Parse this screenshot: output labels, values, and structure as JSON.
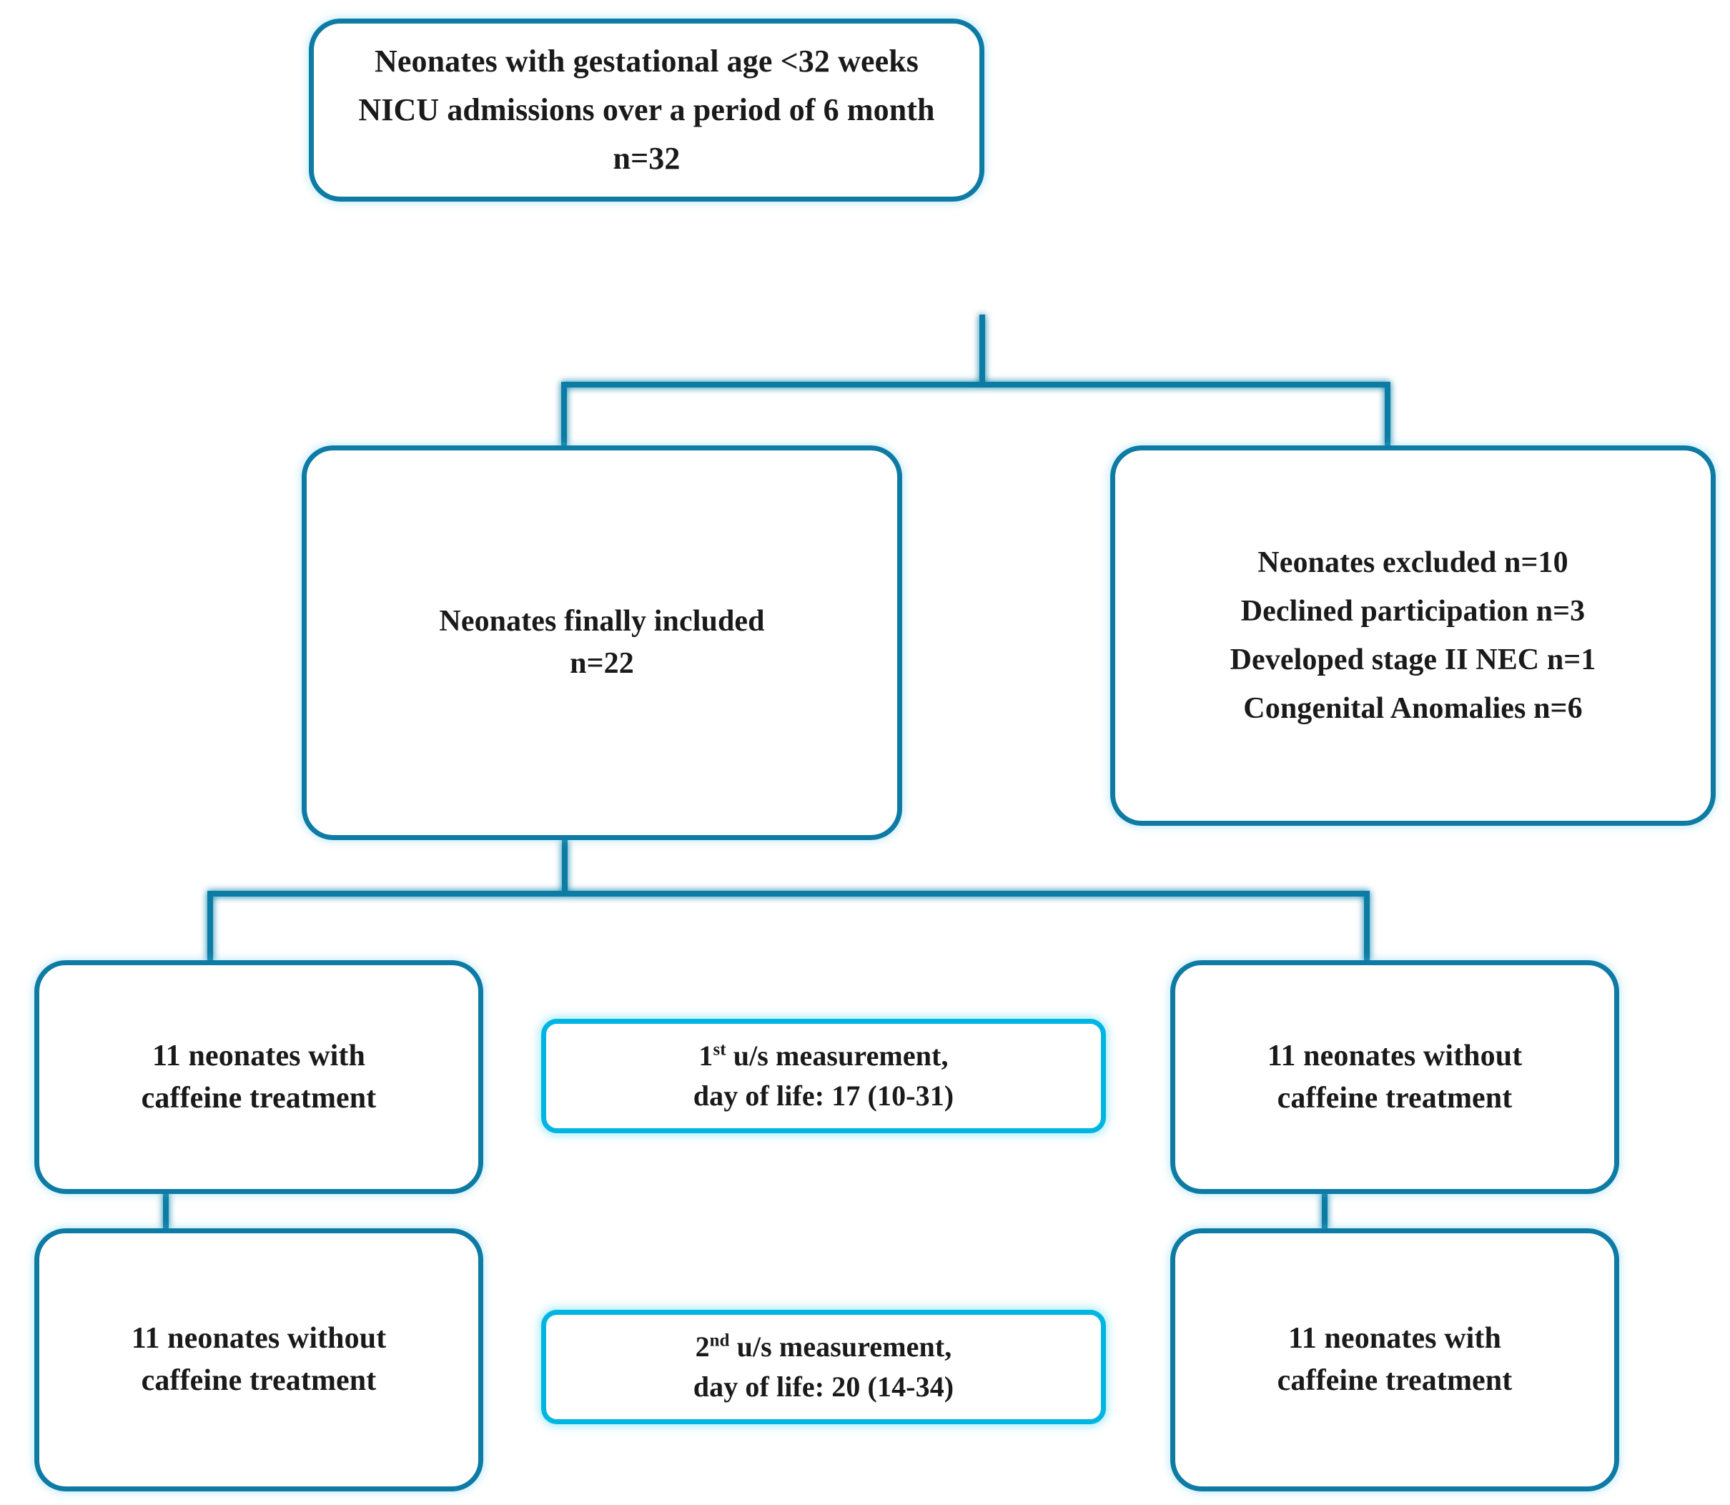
{
  "figure": {
    "kind": "study-flow-diagram",
    "colors": {
      "primary_border": "#0e7ba4",
      "accent_border": "#00b5e2",
      "text": "#1a1a1a",
      "background": "#ffffff",
      "connector": "#0e7ba4"
    }
  },
  "nodes": {
    "enrollment": {
      "id": "enrollment",
      "lines": [
        "Neonates with gestational age  <32 weeks",
        "NICU admissions over a period of 6 month",
        "n=32"
      ],
      "count": 32
    },
    "included": {
      "id": "included",
      "lines": [
        "Neonates finally included",
        "n=22"
      ],
      "count": 22
    },
    "excluded": {
      "id": "excluded",
      "lines": [
        "Neonates excluded n=10",
        "Declined participation n=3",
        "Developed stage II NEC n=1",
        "Congenital Anomalies n=6"
      ],
      "count": 10,
      "reasons": [
        {
          "label": "Declined participation",
          "n": 3
        },
        {
          "label": "Developed stage II NEC",
          "n": 1
        },
        {
          "label": "Congenital Anomalies",
          "n": 6
        }
      ]
    },
    "left_top": {
      "id": "left-arm-period-1",
      "lines": [
        "11 neonates with",
        "caffeine treatment"
      ],
      "count": 11
    },
    "right_top": {
      "id": "right-arm-period-1",
      "lines": [
        "11 neonates without",
        "caffeine treatment"
      ],
      "count": 11
    },
    "left_bottom": {
      "id": "left-arm-period-2",
      "lines": [
        "11 neonates without",
        "caffeine treatment"
      ],
      "count": 11
    },
    "right_bottom": {
      "id": "right-arm-period-2",
      "lines": [
        "11 neonates with",
        "caffeine treatment"
      ],
      "count": 11
    },
    "measurement_1": {
      "id": "first-ultrasound-measurement",
      "ordinal_number": "1",
      "ordinal_suffix": "st",
      "line1_rest": " u/s measurement,",
      "line2": "day of life: 17 (10-31)",
      "median_day_of_life": 17,
      "range": "10-31"
    },
    "measurement_2": {
      "id": "second-ultrasound-measurement",
      "ordinal_number": "2",
      "ordinal_suffix": "nd",
      "line1_rest": " u/s measurement,",
      "line2": "day of life: 20 (14-34)",
      "median_day_of_life": 20,
      "range": "14-34"
    }
  }
}
